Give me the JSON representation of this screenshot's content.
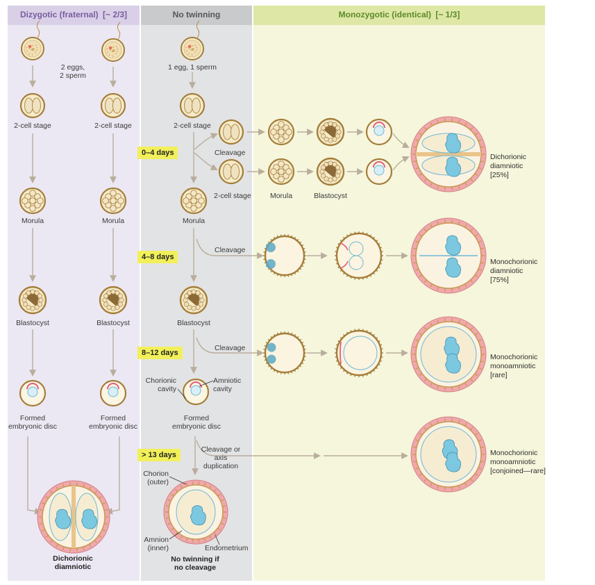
{
  "columns": {
    "dizygotic": "Dizygotic (fraternal)",
    "dizygotic_fraction": "[~ 2/3]",
    "none": "No twinning",
    "monozygotic": "Monozygotic (identical)",
    "monozygotic_fraction": "[~ 1/3]"
  },
  "colors": {
    "dizygotic_bg": "#ece8f3",
    "dizygotic_header": "#d9d0e8",
    "dizygotic_header_text": "#7a5c9e",
    "none_bg": "#e2e3e4",
    "none_header": "#c9cacc",
    "none_header_text": "#555555",
    "mono_bg": "#f5f6dc",
    "mono_header": "#dfe7a6",
    "mono_header_text": "#5a8a2a",
    "highlight": "#f2f05a",
    "egg_fill": "#f5ebc9",
    "egg_stroke": "#a47d3a",
    "embryo": "#7cc8e0",
    "endometrium": "#f0a8ac"
  },
  "dizygotic": {
    "eggs_label": "2 eggs,\n2 sperm",
    "two_cell": "2-cell stage",
    "morula": "Morula",
    "blastocyst": "Blastocyst",
    "formed_disc": "Formed\nembryonic disc",
    "result": "Dichorionic\ndiamniotic"
  },
  "none": {
    "egg_label": "1 egg, 1 sperm",
    "two_cell": "2-cell stage",
    "morula": "Morula",
    "blastocyst": "Blastocyst",
    "chorionic_cavity": "Chorionic\ncavity",
    "amniotic_cavity": "Amniotic\ncavity",
    "formed_disc": "Formed\nembryonic disc",
    "chorion": "Chorion\n(outer)",
    "amnion": "Amnion\n(inner)",
    "endometrium": "Endometrium",
    "result": "No twinning if\nno cleavage"
  },
  "days": [
    "0–4 days",
    "4–8 days",
    "8–12 days",
    "> 13 days"
  ],
  "monozygotic": {
    "cleavage": "Cleavage",
    "two_cell": "2-cell stage",
    "morula": "Morula",
    "blastocyst": "Blastocyst",
    "cleavage_or_axis": "Cleavage or\naxis duplication",
    "results": [
      {
        "name": "Dichorionic\ndiamniotic",
        "pct": "[25%]"
      },
      {
        "name": "Monochorionic\ndiamniotic",
        "pct": "[75%]"
      },
      {
        "name": "Monochorionic\nmonoamniotic\n[rare]",
        "pct": ""
      },
      {
        "name": "Monochorionic\nmonoamniotic\n[conjoined—rare]",
        "pct": ""
      }
    ]
  }
}
